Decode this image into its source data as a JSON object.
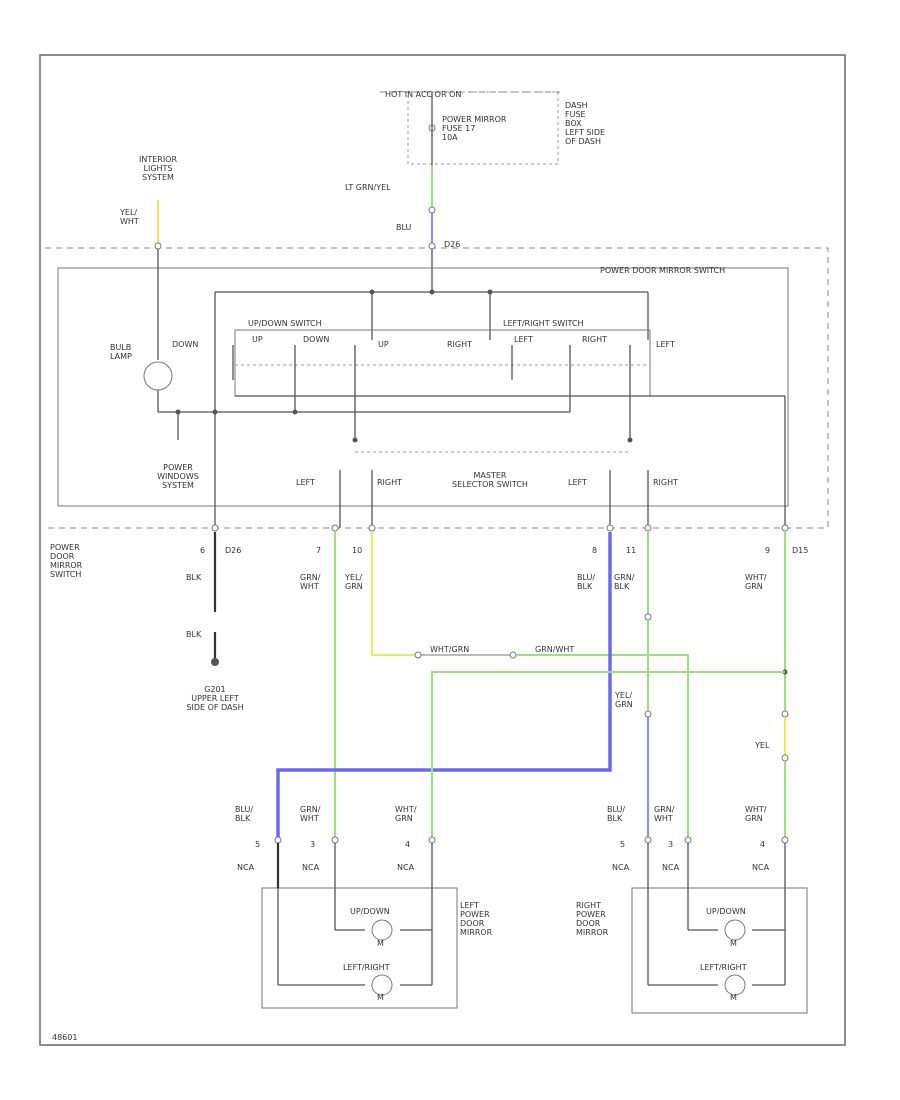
{
  "labels": {
    "hot_brake": "HOT IN ACC OR ON",
    "fuse": "POWER MIRROR\nFUSE 17\n10A",
    "fuse_box": "DASH\nFUSE\nBOX\nLEFT SIDE\nOF DASH",
    "interior": "INTERIOR\nLIGHTS\nSYSTEM",
    "yel_wht": "YEL/\nWHT",
    "lt_grn_yel": "LT GRN/YEL",
    "blu": "BLU",
    "c_top": "D26",
    "power_switch": "POWER DOOR MIRROR SWITCH",
    "bulb": "BULB\nLAMP",
    "updown": "UP/DOWN SWITCH",
    "leftright": "LEFT/RIGHT SWITCH",
    "down": "DOWN",
    "up": "UP",
    "right": "RIGHT",
    "left": "LEFT",
    "left_sm": "LEFT",
    "right_sm": "RIGHT",
    "down_sm": "DOWN",
    "up_sm": "UP",
    "power_windows": "POWER\nWINDOWS\nSYSTEM",
    "sel_left1": "LEFT",
    "sel_right1": "RIGHT",
    "master": "MASTER\nSELECTOR SWITCH",
    "sel_left2": "LEFT",
    "sel_right2": "RIGHT",
    "pdm_switch": "POWER\nDOOR\nMIRROR\nSWITCH",
    "pin6": "6",
    "c_d26": "D26",
    "pin7": "7",
    "pin10": "10",
    "pin8": "8",
    "pin11": "11",
    "pin9": "9",
    "c_d15": "D15",
    "blk1": "BLK",
    "blk2": "BLK",
    "grn_wht": "GRN/\nWHT",
    "yel_grn": "YEL/\nGRN",
    "blu_blk": "BLU/\nBLK",
    "grn_blk": "GRN/\nBLK",
    "wht_grn": "WHT/\nGRN",
    "ground": "G201\nUPPER LEFT\nSIDE OF DASH",
    "wht_grn_mid": "WHT/GRN",
    "grn_wht_mid": "GRN/WHT",
    "yel_grn2": "YEL/\nGRN",
    "yel2": "YEL",
    "l_blu_blk": "BLU/\nBLK",
    "l_grn_wht": "GRN/\nWHT",
    "l_wht_grn": "WHT/\nGRN",
    "l_p5": "5",
    "l_p3": "3",
    "l_p4": "4",
    "l_nca1": "NCA",
    "l_nca2": "NCA",
    "l_nca3": "NCA",
    "r_blu_blk": "BLU/\nBLK",
    "r_grn_wht": "GRN/\nWHT",
    "r_wht_grn": "WHT/\nGRN",
    "r_p5": "5",
    "r_p3": "3",
    "r_p4": "4",
    "r_nca1": "NCA",
    "r_nca2": "NCA",
    "r_nca3": "NCA",
    "lpm": "LEFT\nPOWER\nDOOR\nMIRROR",
    "rpm": "RIGHT\nPOWER\nDOOR\nMIRROR",
    "l_updown": "UP/DOWN",
    "l_leftright": "LEFT/RIGHT",
    "r_updown": "UP/DOWN",
    "r_leftright": "LEFT/RIGHT",
    "m1": "M",
    "m2": "M",
    "m3": "M",
    "m4": "M",
    "footer": "48601"
  }
}
